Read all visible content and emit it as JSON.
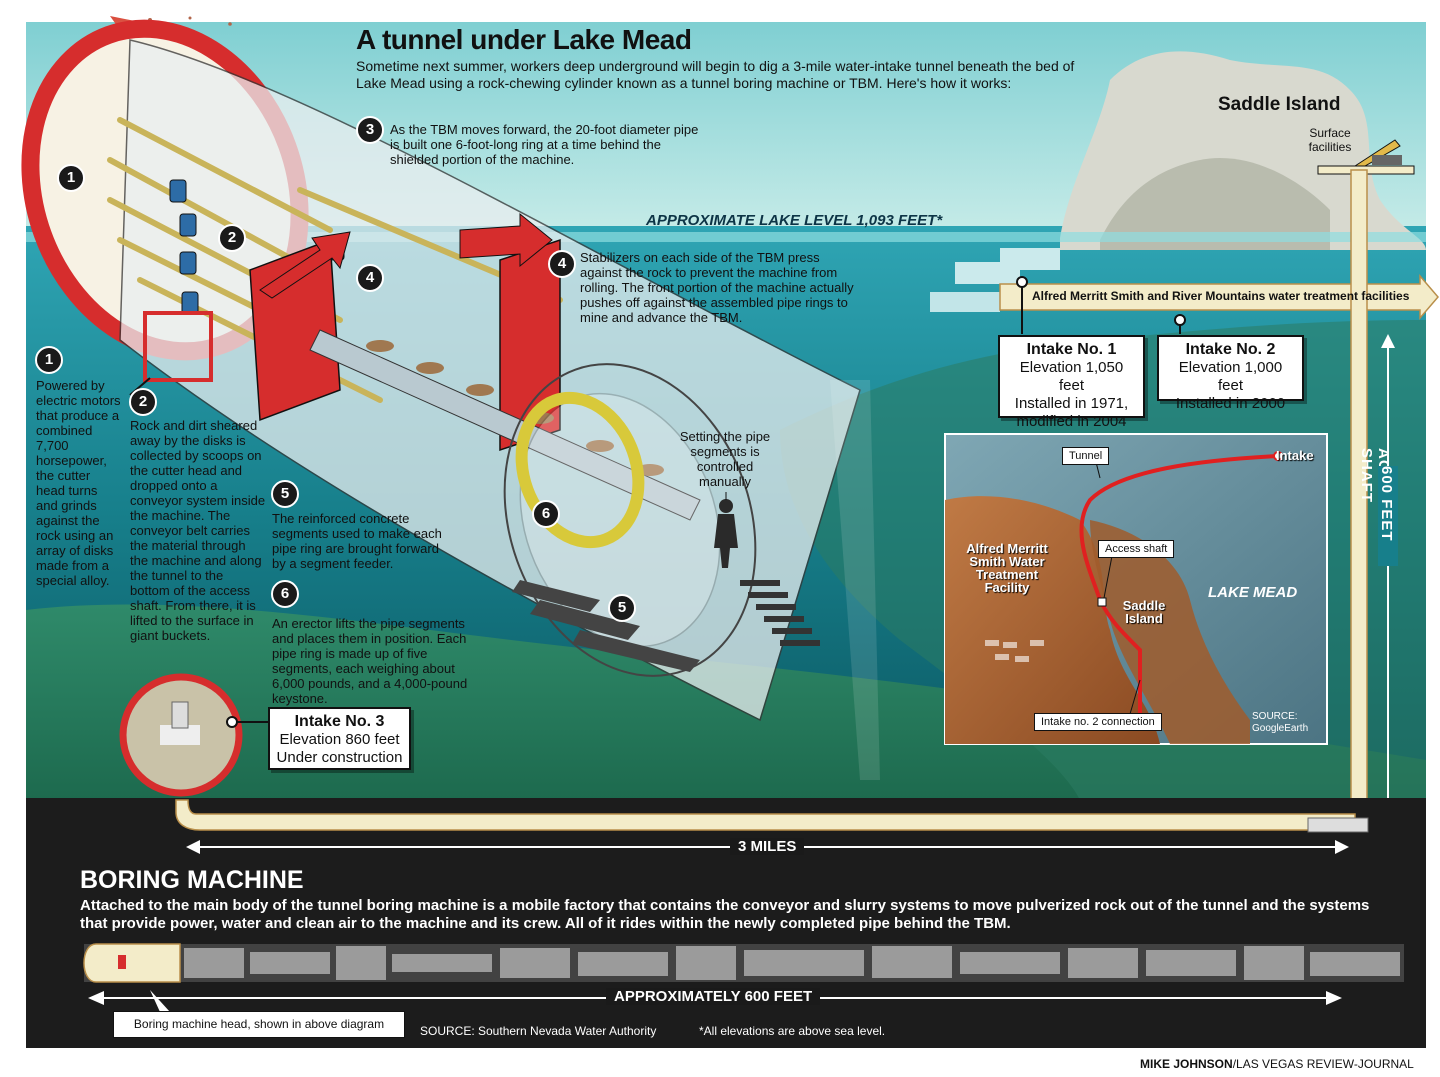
{
  "title": "A tunnel under Lake Mead",
  "intro": "Sometime next summer, workers deep underground will begin to dig a 3-mile water-intake tunnel beneath the bed of Lake Mead using a rock-chewing cylinder known as a tunnel boring machine or TBM. Here's how it works:",
  "lake_level": "APPROXIMATE LAKE LEVEL 1,093 FEET*",
  "saddle_island": "Saddle Island",
  "surface_facilities": "Surface facilities",
  "pipeline_label": "Alfred Merritt Smith and River Mountains water treatment facilities",
  "steps": [
    {
      "num": "1",
      "text": "Powered by electric motors that produce a combined 7,700 horsepower, the cutter head turns and grinds against the rock using an array of disks made from a special alloy."
    },
    {
      "num": "2",
      "text": "Rock and dirt sheared away by the disks is collected by scoops on the cutter head and dropped onto a conveyor system inside the machine. The conveyor belt carries the material through the machine and along the tunnel to the bottom of the access shaft. From there, it is lifted to the surface in giant buckets."
    },
    {
      "num": "3",
      "text": "As the TBM moves forward, the 20-foot diameter pipe is built one 6-foot-long ring at a time behind the shielded portion of the machine."
    },
    {
      "num": "4",
      "text": "Stabilizers on each side of the TBM press against the rock to prevent the machine from rolling. The front portion of the machine actually pushes off against the assembled pipe rings to mine and advance the TBM."
    },
    {
      "num": "5",
      "text": "The reinforced concrete segments used to make each pipe ring are brought forward by a segment feeder."
    },
    {
      "num": "6",
      "text": "An erector lifts the pipe segments and places them in position. Each pipe ring is made up of five segments, each weighing about 6,000 pounds, and a 4,000-pound keystone."
    }
  ],
  "setting_pipe": "Setting the pipe segments is controlled manually",
  "intakes": [
    {
      "name": "Intake No. 1",
      "elevation": "Elevation 1,050 feet",
      "line2": "Installed in 1971,",
      "line3": "modified in 2004"
    },
    {
      "name": "Intake No. 2",
      "elevation": "Elevation 1,000 feet",
      "line2": "Installed in 2000"
    },
    {
      "name": "Intake No. 3",
      "elevation": "Elevation 860 feet",
      "line2": "Under construction"
    }
  ],
  "map": {
    "tunnel": "Tunnel",
    "intake": "Intake",
    "access_shaft": "Access shaft",
    "facility": "Alfred Merritt Smith Water Treatment Facility",
    "saddle_island": "Saddle Island",
    "lake_mead": "LAKE MEAD",
    "intake2": "Intake no. 2 connection",
    "source": "SOURCE: GoogleEarth"
  },
  "access_shaft": "ACCESS SHAFT",
  "shaft_depth": "600 FEET",
  "distance": "3 MILES",
  "boring_title": "BORING MACHINE",
  "boring_desc": "Attached to the main body of the tunnel boring machine is a mobile factory that contains the conveyor and slurry systems to move pulverized rock out of the tunnel and the systems that provide power, water and clean air to the machine and its crew. All of it rides within the newly completed pipe behind the TBM.",
  "machine_length": "APPROXIMATELY 600 FEET",
  "head_label": "Boring machine head, shown in above diagram",
  "source": "SOURCE: Southern Nevada Water Authority",
  "elevation_note": "*All elevations are above sea level.",
  "credit_name": "MIKE JOHNSON",
  "credit_org": "/LAS VEGAS REVIEW-JOURNAL",
  "colors": {
    "water": "#2aa7b3",
    "lake_dark": "#0f5f6e",
    "tbm_red": "#d62d2d",
    "ground": "#1c1c1c",
    "tunnel_pipe": "#f3ecc9"
  }
}
